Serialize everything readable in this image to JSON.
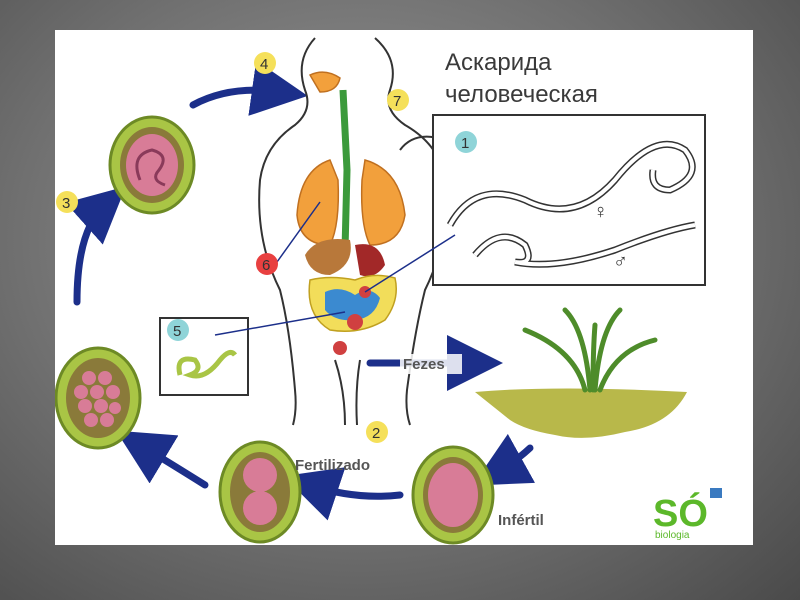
{
  "title": {
    "line1": "Аскарида",
    "line2": "человеческая"
  },
  "stages": [
    {
      "number": "1",
      "color": "#8fd4d8"
    },
    {
      "number": "2",
      "color": "#f5e05a"
    },
    {
      "number": "3",
      "color": "#f5e05a"
    },
    {
      "number": "4",
      "color": "#f5e05a"
    },
    {
      "number": "5",
      "color": "#8fd4d8"
    },
    {
      "number": "6",
      "color": "#e84040"
    },
    {
      "number": "7",
      "color": "#f5e05a"
    }
  ],
  "labels": {
    "feces": "Fezes",
    "fertilized": "Fertilizado",
    "infertile": "Infértil",
    "female_symbol": "♀",
    "male_symbol": "♂"
  },
  "logo": {
    "mark": "SÓ",
    "sub": "biologia"
  },
  "colors": {
    "arrow": "#1c2f8a",
    "egg_shell": "#a9c545",
    "egg_inner": "#8a7a3a",
    "egg_core": "#d87c97",
    "lungs": "#f2a03c",
    "grass": "#4e8c2a",
    "soil": "#b8b84a"
  }
}
